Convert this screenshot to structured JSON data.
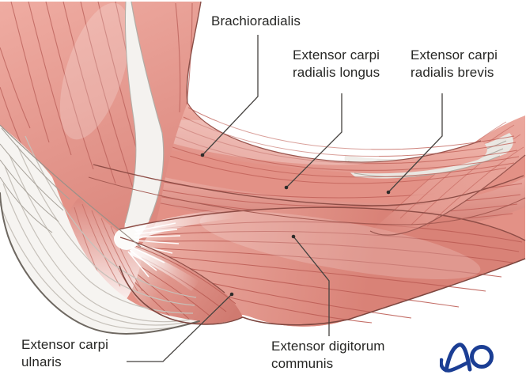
{
  "figure": {
    "labels": {
      "brachioradialis": "Brachioradialis",
      "extensor_carpi_radialis_longus": "Extensor carpi\nradialis longus",
      "extensor_carpi_radialis_brevis": "Extensor carpi\nradialis brevis",
      "extensor_carpi_ulnaris": "Extensor carpi\nulnaris",
      "extensor_digitorum_communis": "Extensor digitorum\ncommunis"
    },
    "logo": {
      "text": "AO"
    },
    "colors": {
      "background": "#ffffff",
      "muscle_base": "#e39186",
      "muscle_light": "#f0b3aa",
      "muscle_dark": "#c9705f",
      "striation": "#bb625b",
      "tendon_white": "#f6f4f1",
      "tendon_line": "#b2ada6",
      "outline": "#6e6861",
      "label_text": "#262624",
      "leader_line": "#45423f",
      "logo_blue": "#1b3e94"
    }
  }
}
